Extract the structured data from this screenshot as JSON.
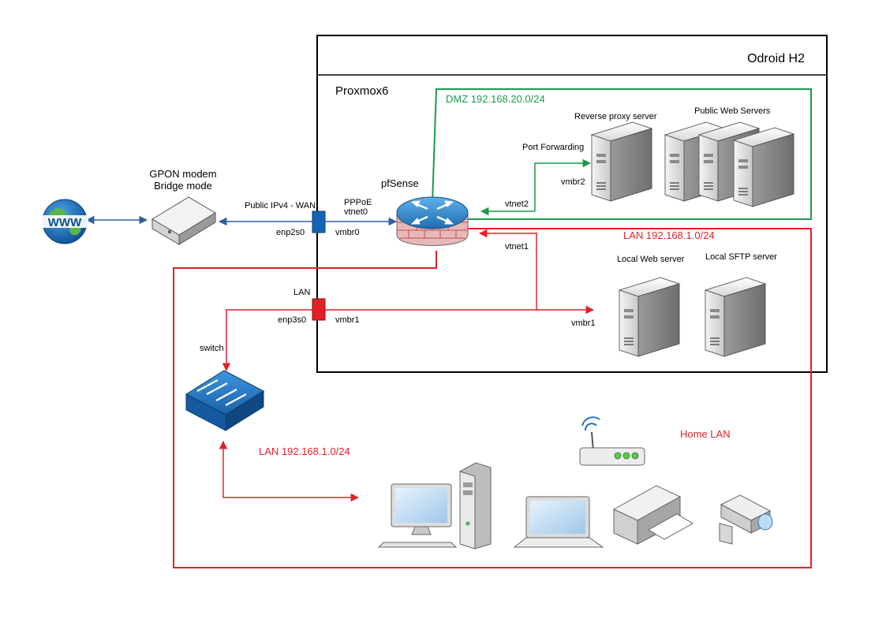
{
  "host": {
    "title": "Odroid H2"
  },
  "hypervisor": {
    "title": "Proxmox6"
  },
  "zones": {
    "dmz": {
      "label": "DMZ 192.168.20.0/24",
      "color": "#1a9a4a"
    },
    "lan": {
      "label": "LAN 192.168.1.0/24",
      "color": "#e32028"
    },
    "lan_home": {
      "label": "LAN 192.168.1.0/24"
    },
    "home": {
      "label": "Home LAN"
    }
  },
  "nodes": {
    "internet": {
      "label": "WWW",
      "icon": "globe-icon"
    },
    "modem": {
      "line1": "GPON modem",
      "line2": "Bridge mode",
      "icon": "modem-icon"
    },
    "firewall": {
      "label": "pfSense",
      "icon": "firewall-router-icon"
    },
    "switch": {
      "label": "switch",
      "icon": "switch-icon"
    },
    "reverse_proxy": {
      "label": "Reverse proxy server",
      "icon": "server-icon"
    },
    "public_web": {
      "label": "Public Web Servers",
      "icon": "server-cluster-icon"
    },
    "local_web": {
      "label": "Local Web server",
      "icon": "server-icon"
    },
    "local_sftp": {
      "label": "Local SFTP server",
      "icon": "server-icon"
    },
    "desktop": {
      "icon": "desktop-computer-icon"
    },
    "laptop": {
      "icon": "laptop-icon"
    },
    "wifi": {
      "icon": "wireless-router-icon"
    },
    "printer": {
      "icon": "printer-icon"
    },
    "camera": {
      "icon": "security-camera-icon"
    }
  },
  "links": {
    "wan": "Public IPv4 - WAN",
    "pppoe": "PPPoE",
    "vtnet0": "vtnet0",
    "enp2s0": "enp2s0",
    "vmbr0": "vmbr0",
    "vtnet2": "vtnet2",
    "vmbr2": "vmbr2",
    "port_forwarding": "Port Forwarding",
    "vtnet1": "vtnet1",
    "lan": "LAN",
    "enp3s0": "enp3s0",
    "vmbr1_left": "vmbr1",
    "vmbr1_right": "vmbr1"
  },
  "colors": {
    "wan_link": "#2f5f9e",
    "wan_port": "#1464b4",
    "lan_port": "#e32028"
  }
}
